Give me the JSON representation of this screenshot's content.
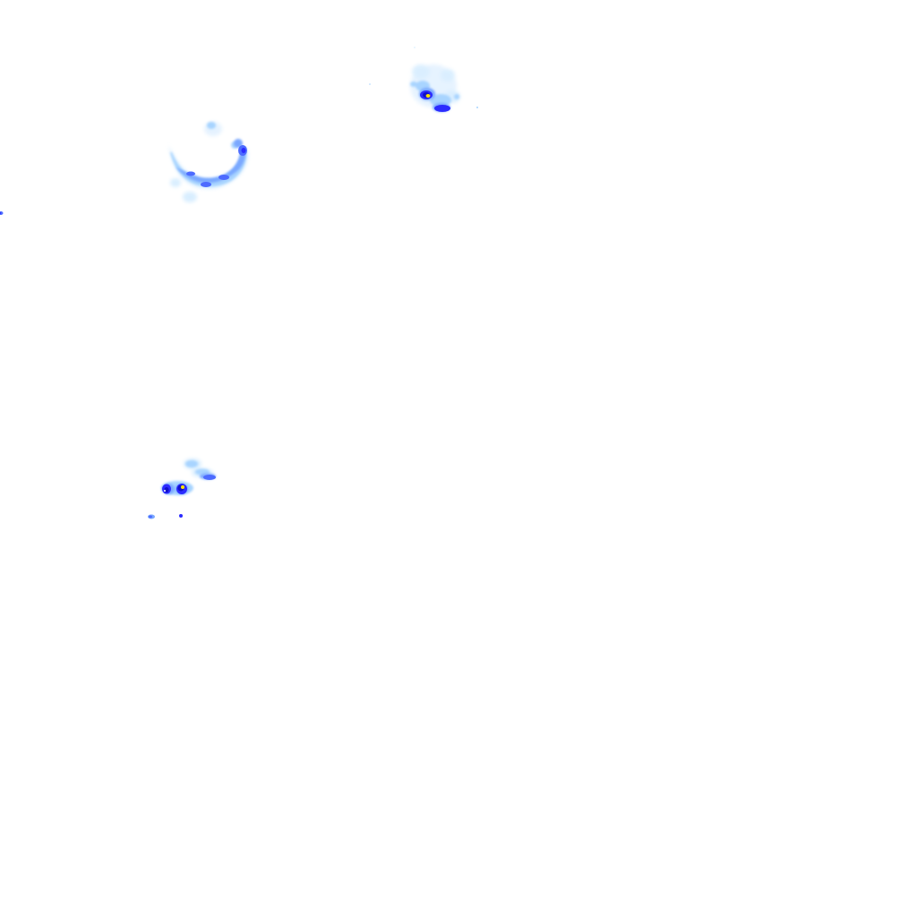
{
  "legend_colors": {
    "very_light": "#d4ecff",
    "light": "#a8d4ff",
    "moderate": "#7aa8ff",
    "medium": "#4d6bff",
    "heavy": "#2b2bff",
    "very_heavy": "#1010c8",
    "extreme": "#ffe600"
  },
  "echoes": [
    {
      "name": "north-cell",
      "intensities": [
        "very_light",
        "light",
        "moderate",
        "heavy",
        "very_heavy",
        "extreme"
      ]
    },
    {
      "name": "northwest-ring",
      "intensities": [
        "very_light",
        "light",
        "moderate",
        "medium",
        "heavy"
      ]
    },
    {
      "name": "southwest-cluster",
      "intensities": [
        "very_light",
        "light",
        "moderate",
        "heavy",
        "very_heavy",
        "extreme"
      ]
    },
    {
      "name": "west-edge-speck",
      "intensities": [
        "heavy"
      ]
    }
  ]
}
